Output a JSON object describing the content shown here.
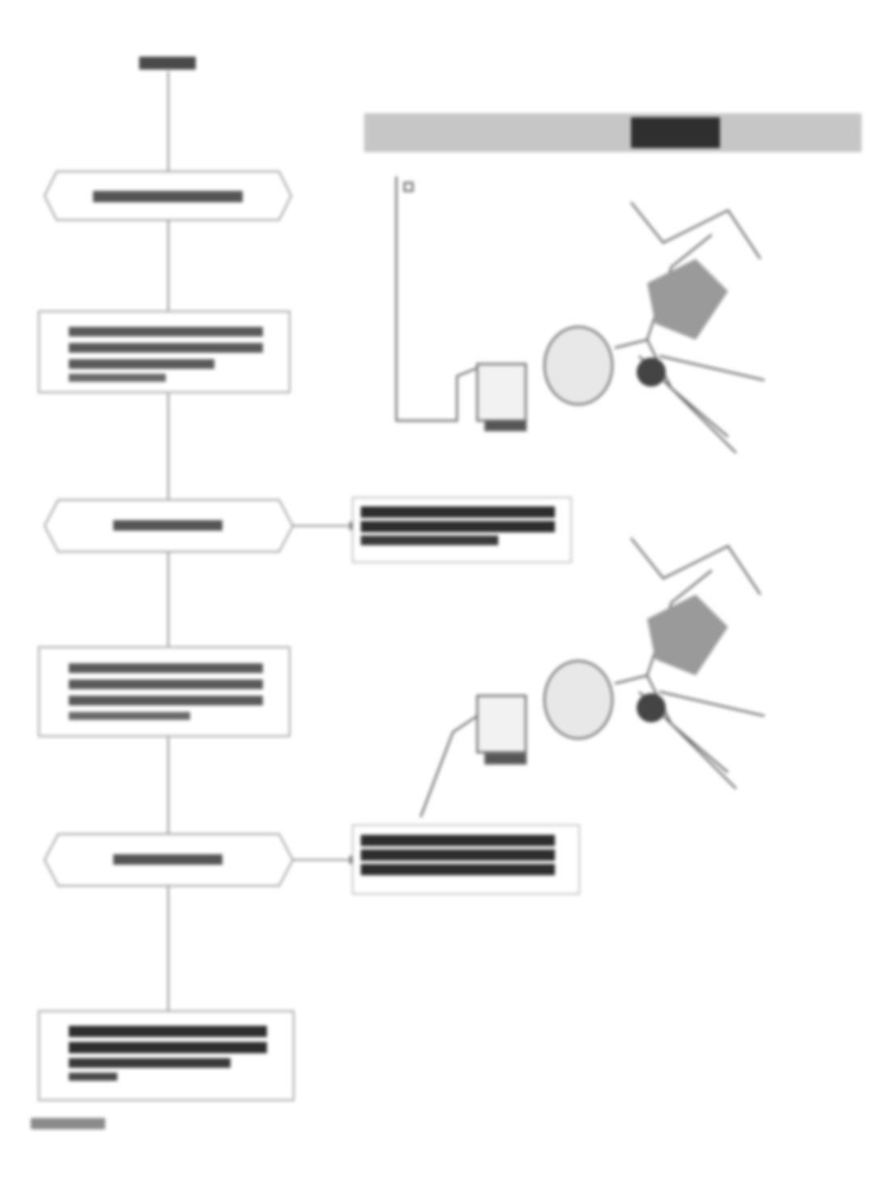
{
  "flowchart": {
    "start_label": "",
    "nodes": [
      {
        "id": "n1",
        "shape": "hexagon",
        "text": ""
      },
      {
        "id": "n2",
        "shape": "box",
        "text": ""
      },
      {
        "id": "n3",
        "shape": "hexagon",
        "text": "",
        "branch_text": ""
      },
      {
        "id": "n4",
        "shape": "box",
        "text": ""
      },
      {
        "id": "n5",
        "shape": "hexagon",
        "text": "",
        "branch_text": ""
      },
      {
        "id": "n6",
        "shape": "box",
        "text": ""
      }
    ],
    "footer_code": ""
  },
  "illustrations": {
    "header_bar_text": "",
    "illustration_1": "connector-harness-drawing",
    "illustration_2": "connector-harness-drawing"
  },
  "colors": {
    "line": "#8a8a8a",
    "dark_text_block": "#3a3a3a",
    "header_bar": "#bdbdbd",
    "header_highlight": "#2f2f2f"
  }
}
